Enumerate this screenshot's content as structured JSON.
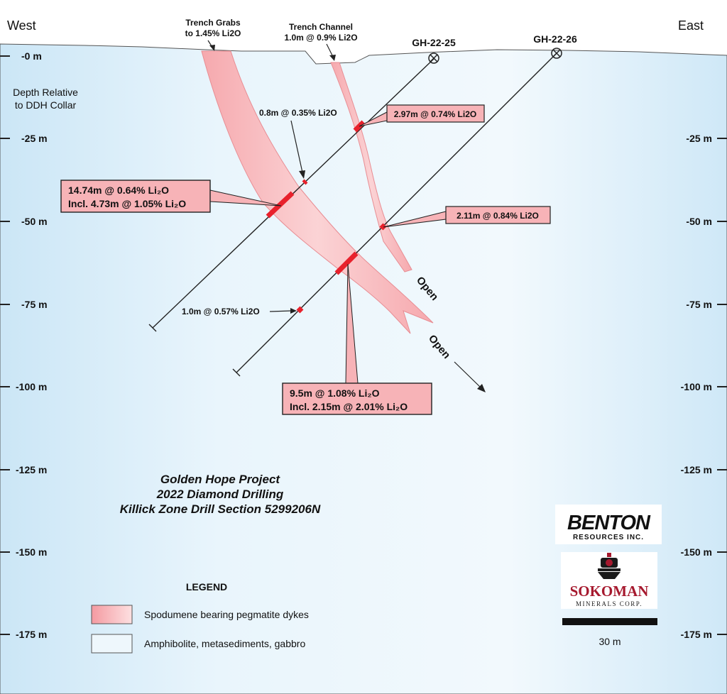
{
  "directions": {
    "west": "West",
    "east": "East"
  },
  "depth_note": {
    "line1": "Depth Relative",
    "line2": "to DDH Collar"
  },
  "depth_labels": [
    "-0 m",
    "-25 m",
    "-50 m",
    "-75 m",
    "-100 m",
    "-125 m",
    "-150 m",
    "-175 m"
  ],
  "holes": [
    "GH-22-25",
    "GH-22-26"
  ],
  "trenches": {
    "grabs_line1": "Trench Grabs",
    "grabs_line2": "to 1.45% Li2O",
    "channel_line1": "Trench Channel",
    "channel_line2": "1.0m @ 0.9% Li2O"
  },
  "intercepts": {
    "a1": "0.8m @ 0.35% Li2O",
    "a2": "2.97m @ 0.74% Li2O",
    "a3_line1": "14.74m @ 0.64% Li₂O",
    "a3_line2": "Incl. 4.73m @ 1.05% Li₂O",
    "a4": "2.11m @ 0.84% Li2O",
    "a5": "1.0m @ 0.57% Li2O",
    "a6_line1": "9.5m @ 1.08% Li₂O",
    "a6_line2": "Incl. 2.15m @ 2.01% Li₂O"
  },
  "open_labels": [
    "Open",
    "Open"
  ],
  "title": {
    "line1": "Golden Hope Project",
    "line2": "2022 Diamond Drilling",
    "line3": "Killick Zone Drill Section 5299206N"
  },
  "legend": {
    "heading": "LEGEND",
    "items": [
      {
        "label": "Spodumene bearing pegmatite dykes",
        "color": "#f7b6b9"
      },
      {
        "label": "Amphibolite, metasediments, gabbro",
        "color": "#eef7fc"
      }
    ]
  },
  "logos": {
    "benton_word": "BENTON",
    "benton_sub": "RESOURCES INC.",
    "sokoman_word": "SOKOMAN",
    "sokoman_sub": "MINERALS CORP."
  },
  "scale_bar": "30 m",
  "colors": {
    "dyke": "#f7b6b9",
    "highlight": "#e8212c",
    "callout_fill": "#f7b3b7",
    "sky_light": "#eef7fc",
    "sky_edge": "#cce7f6",
    "benton_blue": "#1b3d7a",
    "sokoman_red": "#a6192e"
  }
}
